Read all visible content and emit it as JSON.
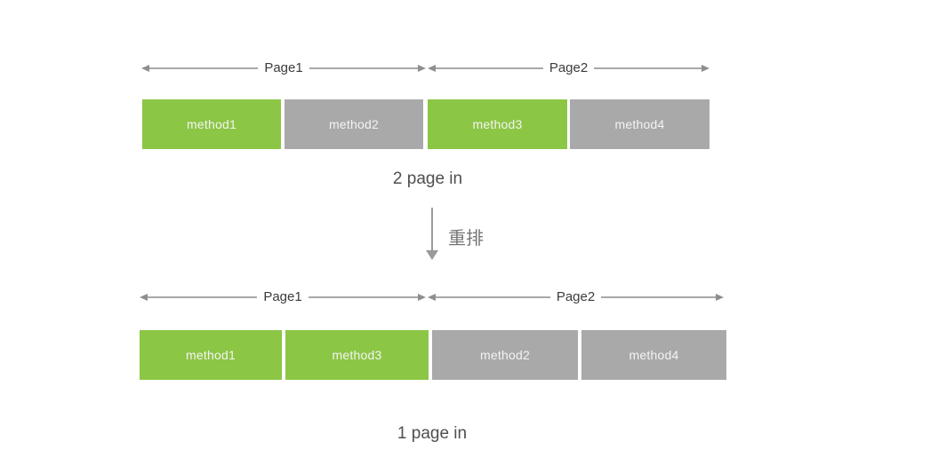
{
  "before": {
    "page_spans": [
      "Page1",
      "Page2"
    ],
    "blocks": [
      {
        "label": "method1",
        "color": "#8cc645"
      },
      {
        "label": "method2",
        "color": "#a9a9a9"
      },
      {
        "label": "method3",
        "color": "#8cc645"
      },
      {
        "label": "method4",
        "color": "#a9a9a9"
      }
    ],
    "caption": "2 page in"
  },
  "transform_arrow": {
    "label": "重排"
  },
  "after": {
    "page_spans": [
      "Page1",
      "Page2"
    ],
    "blocks": [
      {
        "label": "method1",
        "color": "#8cc645"
      },
      {
        "label": "method3",
        "color": "#8cc645"
      },
      {
        "label": "method2",
        "color": "#a9a9a9"
      },
      {
        "label": "method4",
        "color": "#a9a9a9"
      }
    ],
    "caption": "1 page in"
  },
  "colors": {
    "green_block": "#8cc645",
    "gray_block": "#a9a9a9",
    "arrow_line": "#a8a8a8",
    "arrow_head": "#8e8e8e",
    "page_label_text": "#3b3b3b",
    "caption_text": "#4f4f4f",
    "transform_label_text": "#757575",
    "block_text": "#f4f4f4",
    "background": "#ffffff"
  }
}
